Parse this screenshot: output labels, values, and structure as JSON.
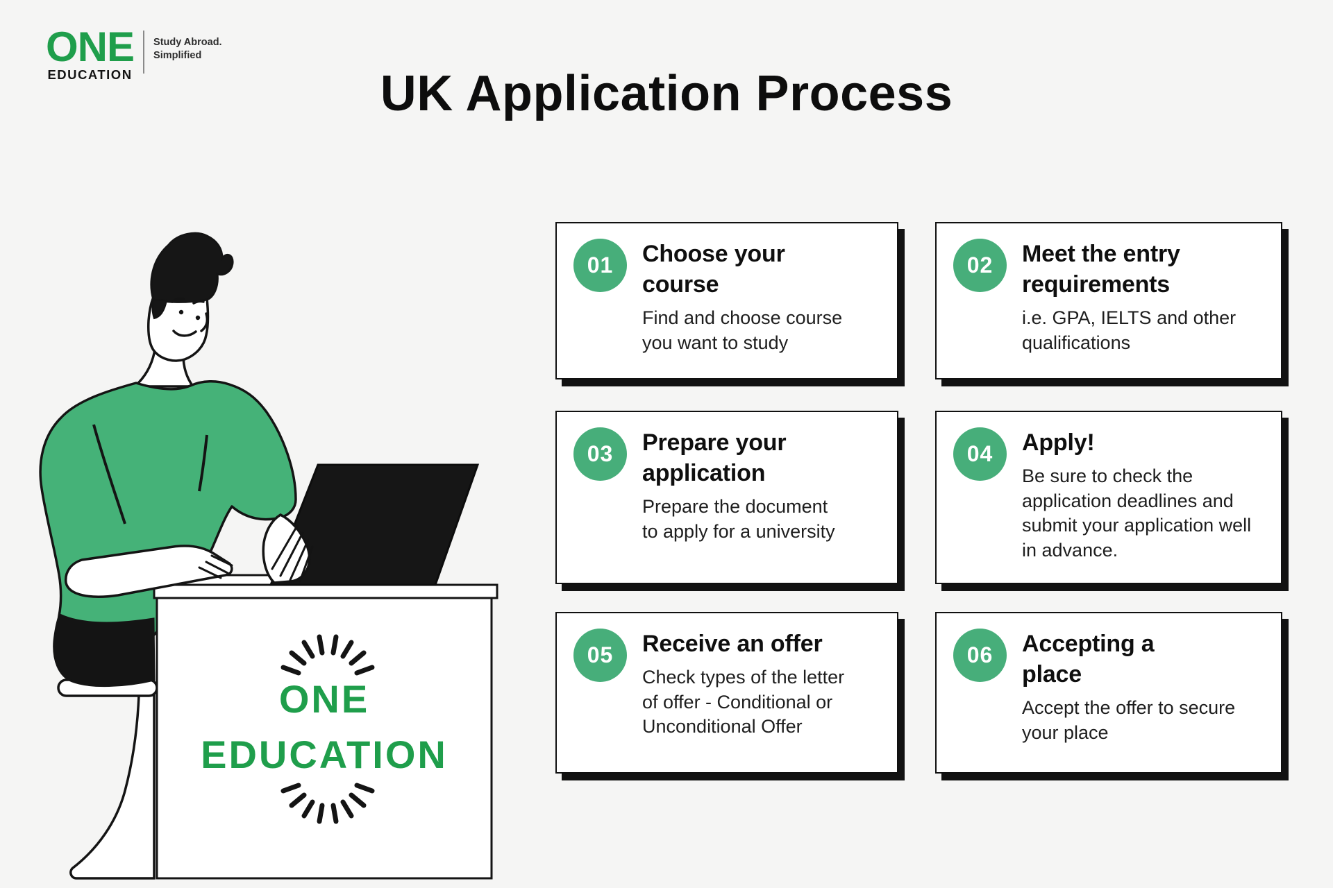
{
  "page": {
    "title": "UK Application Process",
    "background": "#f5f5f4"
  },
  "logo": {
    "name_top": "ONE",
    "name_bottom": "EDUCATION",
    "tagline": [
      "Study Abroad.",
      "Simplified"
    ]
  },
  "colors": {
    "accent_green": "#47ae7a",
    "logo_green": "#1f9e4b",
    "shirt_green": "#45b278",
    "ink": "#121212",
    "card_background": "#ffffff",
    "page_background": "#f5f5f4"
  },
  "illustration": {
    "figure": "person-typing-on-laptop-at-desk",
    "desk_text": [
      "ONE",
      "EDUCATION"
    ]
  },
  "steps": [
    {
      "number": "01",
      "title": "Choose your course",
      "title_lines": [
        "Choose your",
        "course"
      ],
      "desc_lines": [
        "Find and choose course",
        "you want to study"
      ]
    },
    {
      "number": "02",
      "title": "Meet the entry requirements",
      "title_lines": [
        "Meet the entry",
        "requirements"
      ],
      "desc_lines": [
        "i.e. GPA, IELTS and other",
        "qualifications"
      ]
    },
    {
      "number": "03",
      "title": "Prepare your application",
      "title_lines": [
        "Prepare your",
        "application"
      ],
      "desc_lines": [
        "Prepare the document",
        "to apply for a university"
      ]
    },
    {
      "number": "04",
      "title": "Apply!",
      "title_lines": [
        "Apply!"
      ],
      "desc_lines": [
        "Be sure to check the",
        "application deadlines and",
        "submit your application well",
        "in advance."
      ]
    },
    {
      "number": "05",
      "title": "Receive an offer",
      "title_lines": [
        "Receive an offer"
      ],
      "desc_lines": [
        "Check types of the letter",
        "of offer - Conditional or",
        "Unconditional Offer"
      ]
    },
    {
      "number": "06",
      "title": "Accepting a place",
      "title_lines": [
        "Accepting a",
        "place"
      ],
      "desc_lines": [
        "Accept the offer to secure",
        "your place"
      ]
    }
  ]
}
